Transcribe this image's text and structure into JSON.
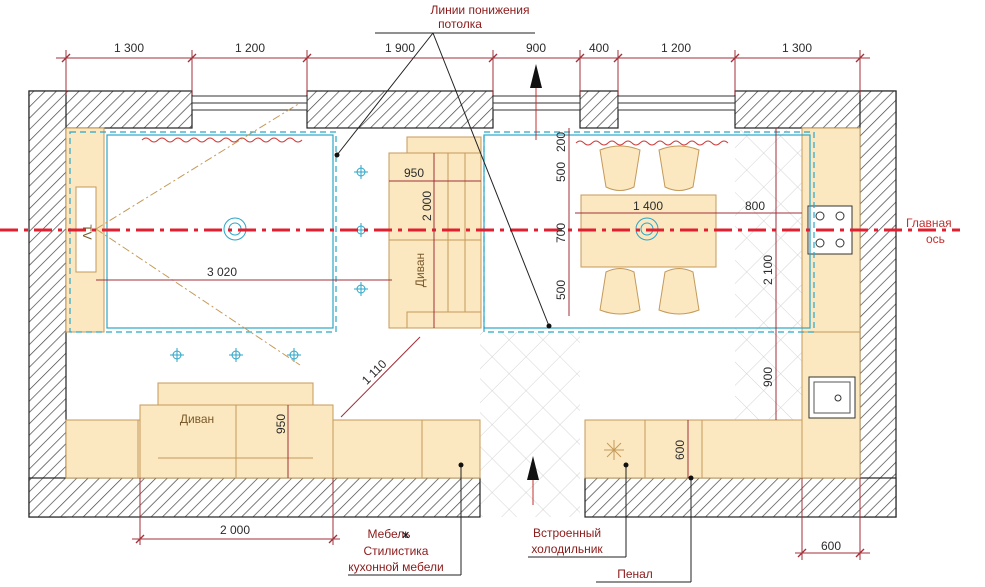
{
  "annotations": {
    "ceiling_lines_line1": "Линии понижения",
    "ceiling_lines_line2": "потолка",
    "main_axis_line1": "Главная",
    "main_axis_line2": "ось",
    "furniture_line1": "Мебель",
    "furniture_line2": "Стилистика",
    "furniture_line3": "кухонной мебели",
    "fridge_line1": "Встроенный",
    "fridge_line2": "холодильник",
    "pantry": "Пенал"
  },
  "furniture": {
    "sofa_right": "Диван",
    "sofa_bottom": "Диван",
    "tv": "TV"
  },
  "dimensions": {
    "top": [
      "1 300",
      "1 200",
      "1 900",
      "900",
      "400",
      "1 200",
      "1 300"
    ],
    "bottom_sofa": "2 000",
    "bottom_right": "600",
    "room_width": "3 020",
    "sofa_depth": "950",
    "sofa_length": "2 000",
    "sofa_bottom_depth": "950",
    "diagonal": "1 110",
    "table_width": "1 400",
    "to_wall": "800",
    "dining_200": "200",
    "dining_500a": "500",
    "dining_700": "700",
    "dining_500b": "500",
    "dining_2100": "2 100",
    "dining_900": "900",
    "pantry_depth": "600"
  },
  "colors": {
    "wall": "#333333",
    "furniture_fill": "#fbe8c0",
    "furniture_stroke": "#c49a5a",
    "dimension_line": "#a0303a",
    "ceiling_line": "#2ba6c8",
    "main_axis": "#e02030"
  }
}
